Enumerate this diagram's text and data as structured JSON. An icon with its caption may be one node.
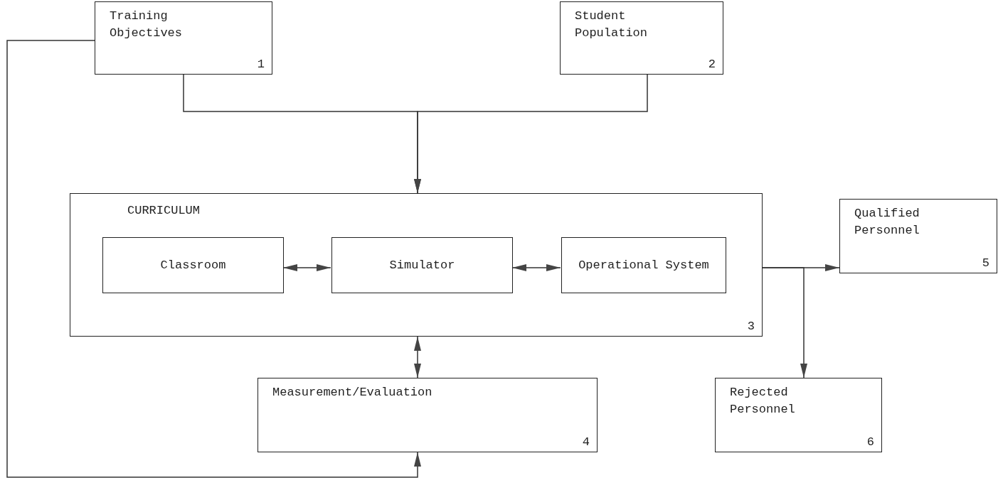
{
  "diagram": {
    "nodes": [
      {
        "text": [
          "Training Objectives",
          "1"
        ]
      },
      {
        "text": [
          "Student Population",
          "2"
        ]
      },
      {
        "text": [
          "CURRICULUM",
          "3"
        ]
      },
      {
        "text": [
          "Classroom"
        ],
        "in": 2
      },
      {
        "text": [
          "Simulator"
        ],
        "in": 2
      },
      {
        "text": [
          "Operational System"
        ],
        "in": 2
      },
      {
        "text": [
          "Qualified Personnel",
          "5"
        ]
      },
      {
        "text": [
          "Measurement/Evaluation",
          "4"
        ]
      },
      {
        "text": [
          "Rejected Personnel",
          "6"
        ]
      }
    ],
    "edges": [
      {
        "from": 0,
        "to": 2,
        "arrow": "to"
      },
      {
        "from": 1,
        "to": 2,
        "arrow": "to"
      },
      {
        "from": 3,
        "to": 4,
        "arrow": "both"
      },
      {
        "from": 4,
        "to": 5,
        "arrow": "both"
      },
      {
        "from": 2,
        "to": 6,
        "arrow": "to"
      },
      {
        "from": 2,
        "to": 8,
        "arrow": "to"
      },
      {
        "from": 2,
        "to": 7,
        "arrow": "both"
      },
      {
        "from": 0,
        "to": 7,
        "arrow": "to"
      }
    ]
  }
}
